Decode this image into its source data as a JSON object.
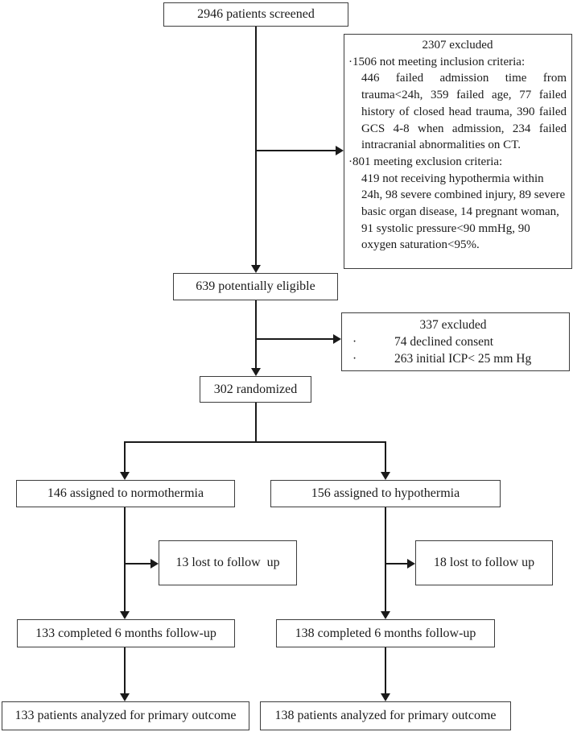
{
  "boxes": {
    "screened": "2946 patients screened",
    "eligible": "639 potentially eligible",
    "randomized": "302 randomized",
    "normothermia": "146 assigned to normothermia",
    "hypothermia": "156 assigned to hypothermia",
    "lost_normothermia": "13 lost to follow  up",
    "lost_hypothermia": "18 lost to follow up",
    "completed_normothermia": "133 completed 6 months follow-up",
    "completed_hypothermia": "138 completed 6 months follow-up",
    "analyzed_normothermia": "133 patients analyzed for primary outcome",
    "analyzed_hypothermia": "138 patients analyzed for primary outcome"
  },
  "exclusion_primary": {
    "title": "2307 excluded",
    "inclusion_header": "·1506 not meeting inclusion criteria:",
    "inclusion_detail": "446 failed admission time from trauma<24h, 359 failed age, 77 failed history of closed head trauma, 390 failed GCS 4-8 when admission, 234 failed intracranial abnormalities on CT.",
    "exclusion_header": "·801 meeting exclusion criteria:",
    "exclusion_detail": "419 not receiving hypothermia within 24h, 98 severe combined injury, 89 severe basic organ disease, 14 pregnant woman, 91 systolic pressure<90 mmHg, 90 oxygen saturation<95%."
  },
  "exclusion_secondary": {
    "title": "337 excluded",
    "bullet": "·",
    "items": [
      "74 declined consent",
      "263 initial ICP< 25 mm Hg"
    ]
  },
  "colors": {
    "line": "#1a1a1a",
    "box_border": "#3d3d3d",
    "background": "#ffffff"
  }
}
